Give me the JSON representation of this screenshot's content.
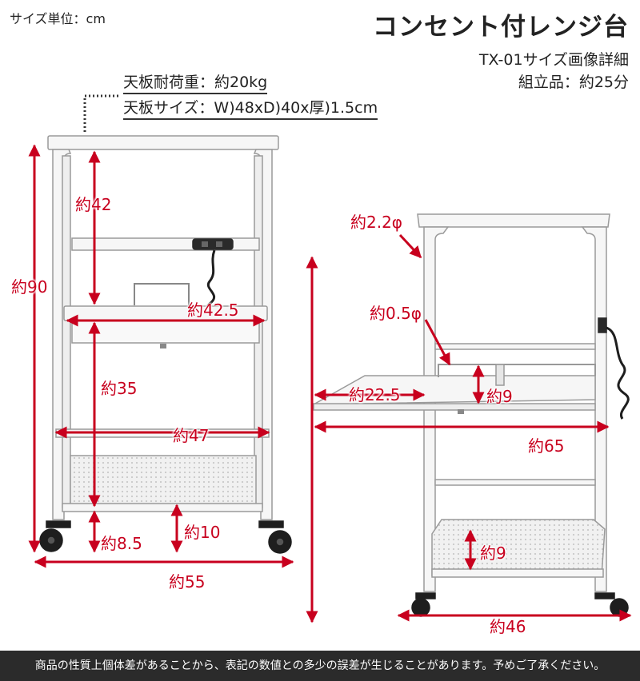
{
  "header": {
    "unit_note": "サイズ単位：cm",
    "title": "コンセント付レンジ台",
    "subtitle": "TX-01サイズ画像詳細",
    "assembly": "組立品：約25分"
  },
  "specs": {
    "load": "天板耐荷重：約20kg",
    "top_size": "天板サイズ：W)48xD)40x厚)1.5cm"
  },
  "front_view": {
    "dims": {
      "h42": "約42",
      "h90": "約90",
      "w42_5": "約42.5",
      "h35": "約35",
      "w47": "約47",
      "h10": "約10",
      "h8_5": "約8.5",
      "w55": "約55"
    }
  },
  "side_view": {
    "dims": {
      "pipe22": "約2.2φ",
      "wire05": "約0.5φ",
      "d22_5": "約22.5",
      "h9a": "約9",
      "d65": "約65",
      "h9b": "約9",
      "d46": "約46"
    }
  },
  "footer": {
    "note": "商品の性質上個体差があることから、表記の数値との多少の誤差が生じることがあります。予めご了承ください。"
  },
  "colors": {
    "dimension": "#c8001e",
    "frame": "#f4f4f4",
    "outline": "#9a9a9a",
    "footer_bg": "#2b2b2b"
  }
}
